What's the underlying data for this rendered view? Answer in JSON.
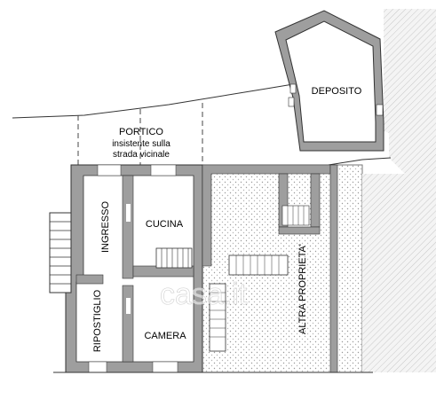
{
  "plan": {
    "labels": {
      "portico": "PORTICO",
      "portico_note_1": "insistente sulla",
      "portico_note_2": "strada vicinale",
      "deposito": "DEPOSITO",
      "cucina": "CUCINA",
      "ingresso": "INGRESSO",
      "camera": "CAMERA",
      "ripostiglio": "RIPOSTIGLIO",
      "altra_proprieta": "ALTRA PROPRIETA'"
    },
    "watermark": "casa.it"
  }
}
